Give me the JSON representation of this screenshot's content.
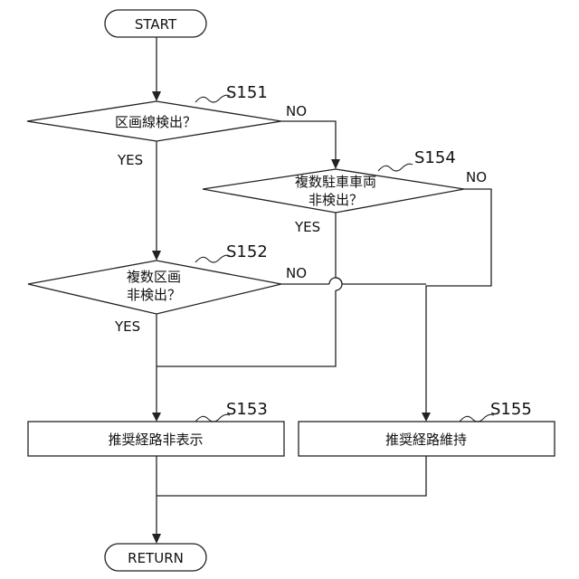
{
  "flowchart": {
    "start": "START",
    "end": "RETURN",
    "steps": {
      "s151": {
        "label": "S151",
        "text": [
          "区画線検出？"
        ]
      },
      "s152": {
        "label": "S152",
        "text": [
          "複数区画",
          "非検出？"
        ]
      },
      "s153": {
        "label": "S153",
        "text": [
          "推奨経路非表示"
        ]
      },
      "s154": {
        "label": "S154",
        "text": [
          "複数駐車車両",
          "非検出？"
        ]
      },
      "s155": {
        "label": "S155",
        "text": [
          "推奨経路維持"
        ]
      }
    },
    "branch_labels": {
      "s151_yes": "YES",
      "s151_no": "NO",
      "s152_yes": "YES",
      "s152_no": "NO",
      "s154_yes": "YES",
      "s154_no": "NO"
    }
  }
}
